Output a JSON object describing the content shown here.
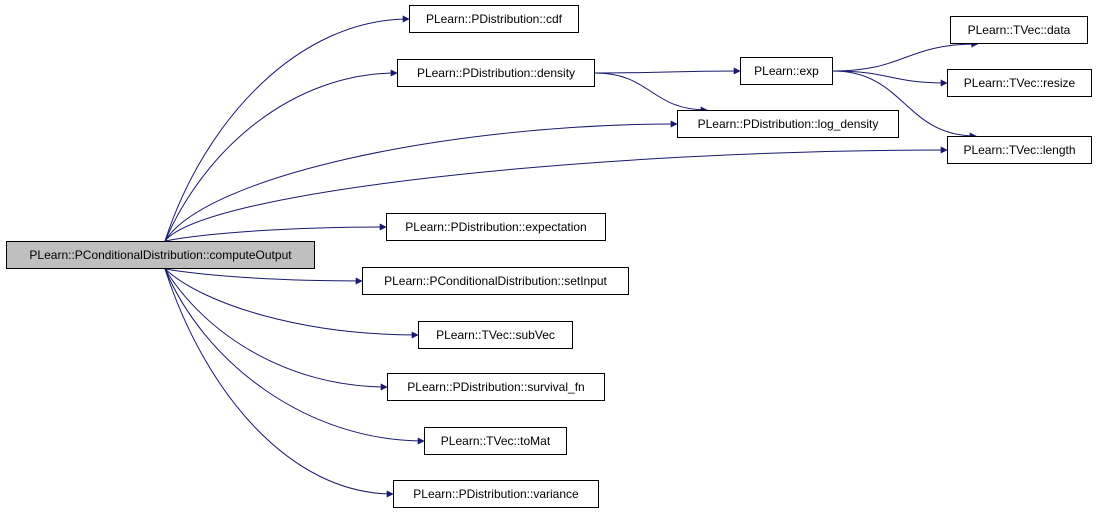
{
  "colors": {
    "edge": "#191970",
    "root_fill": "#bfbfbf",
    "node_fill": "#ffffff",
    "border": "#000000"
  },
  "nodes": {
    "compute_output": "PLearn::PConditionalDistribution::computeOutput",
    "cdf": "PLearn::PDistribution::cdf",
    "density": "PLearn::PDistribution::density",
    "exp": "PLearn::exp",
    "tvec_data": "PLearn::TVec::data",
    "tvec_resize": "PLearn::TVec::resize",
    "log_density": "PLearn::PDistribution::log_density",
    "tvec_length": "PLearn::TVec::length",
    "expectation": "PLearn::PDistribution::expectation",
    "set_input": "PLearn::PConditionalDistribution::setInput",
    "sub_vec": "PLearn::TVec::subVec",
    "survival_fn": "PLearn::PDistribution::survival_fn",
    "to_mat": "PLearn::TVec::toMat",
    "variance": "PLearn::PDistribution::variance"
  },
  "edges": [
    {
      "from": "compute_output",
      "to": "cdf"
    },
    {
      "from": "compute_output",
      "to": "density"
    },
    {
      "from": "compute_output",
      "to": "log_density"
    },
    {
      "from": "compute_output",
      "to": "tvec_length"
    },
    {
      "from": "compute_output",
      "to": "expectation"
    },
    {
      "from": "compute_output",
      "to": "set_input"
    },
    {
      "from": "compute_output",
      "to": "sub_vec"
    },
    {
      "from": "compute_output",
      "to": "survival_fn"
    },
    {
      "from": "compute_output",
      "to": "to_mat"
    },
    {
      "from": "compute_output",
      "to": "variance"
    },
    {
      "from": "density",
      "to": "exp"
    },
    {
      "from": "density",
      "to": "log_density"
    },
    {
      "from": "exp",
      "to": "tvec_data"
    },
    {
      "from": "exp",
      "to": "tvec_resize"
    },
    {
      "from": "exp",
      "to": "tvec_length"
    }
  ]
}
